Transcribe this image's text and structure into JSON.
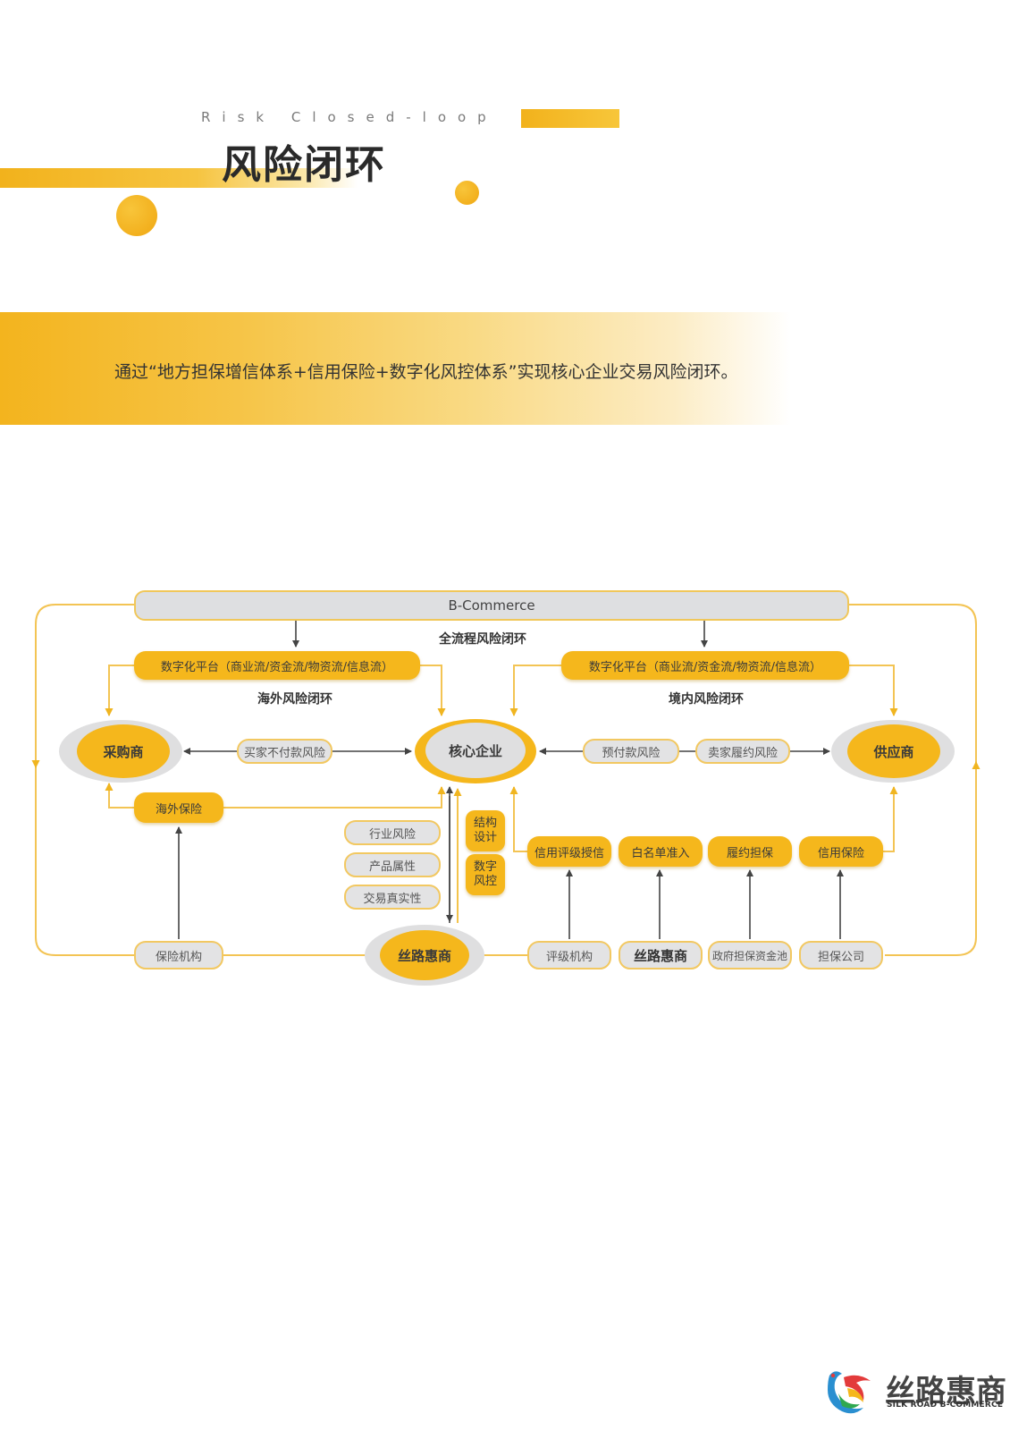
{
  "header": {
    "subtitle": "Risk Closed-loop",
    "title": "风险闭环",
    "banner_text": "通过“地方担保增信体系+信用保险+数字化风控体系”实现核心企业交易风险闭环。"
  },
  "colors": {
    "accent": "#f5b71c",
    "gray": "#e3e3e4",
    "line": "#555555"
  },
  "diagram": {
    "top_bar": "B-Commerce",
    "full_loop": "全流程风险闭环",
    "left_platform": "数字化平台（商业流/资金流/物资流/信息流）",
    "right_platform": "数字化平台（商业流/资金流/物资流/信息流）",
    "overseas_loop": "海外风险闭环",
    "domestic_loop": "境内风险闭环",
    "buyer": "采购商",
    "core": "核心企业",
    "supplier": "供应商",
    "buyer_risk": "买家不付款风险",
    "prepay_risk": "预付款风险",
    "seller_risk": "卖家履约风险",
    "overseas_insurance": "海外保险",
    "industry_risk": "行业风险",
    "product_attr": "产品属性",
    "trade_truth": "交易真实性",
    "structure_l1": "结构",
    "structure_l2": "设计",
    "digital_l1": "数字",
    "digital_l2": "风控",
    "credit_rating": "信用评级授信",
    "whitelist": "白名单准入",
    "performance_guarantee": "履约担保",
    "credit_insurance": "信用保险",
    "insurer": "保险机构",
    "silkroad_center": "丝路惠商",
    "rating_agency": "评级机构",
    "silkroad_bottom": "丝路惠商",
    "gov_fund": "政府担保资金池",
    "guarantee_company": "担保公司"
  },
  "logo": {
    "cn": "丝路惠商",
    "en": "SILK ROAD B-COMMERCE",
    "icon": "silk-road-bird-icon"
  }
}
